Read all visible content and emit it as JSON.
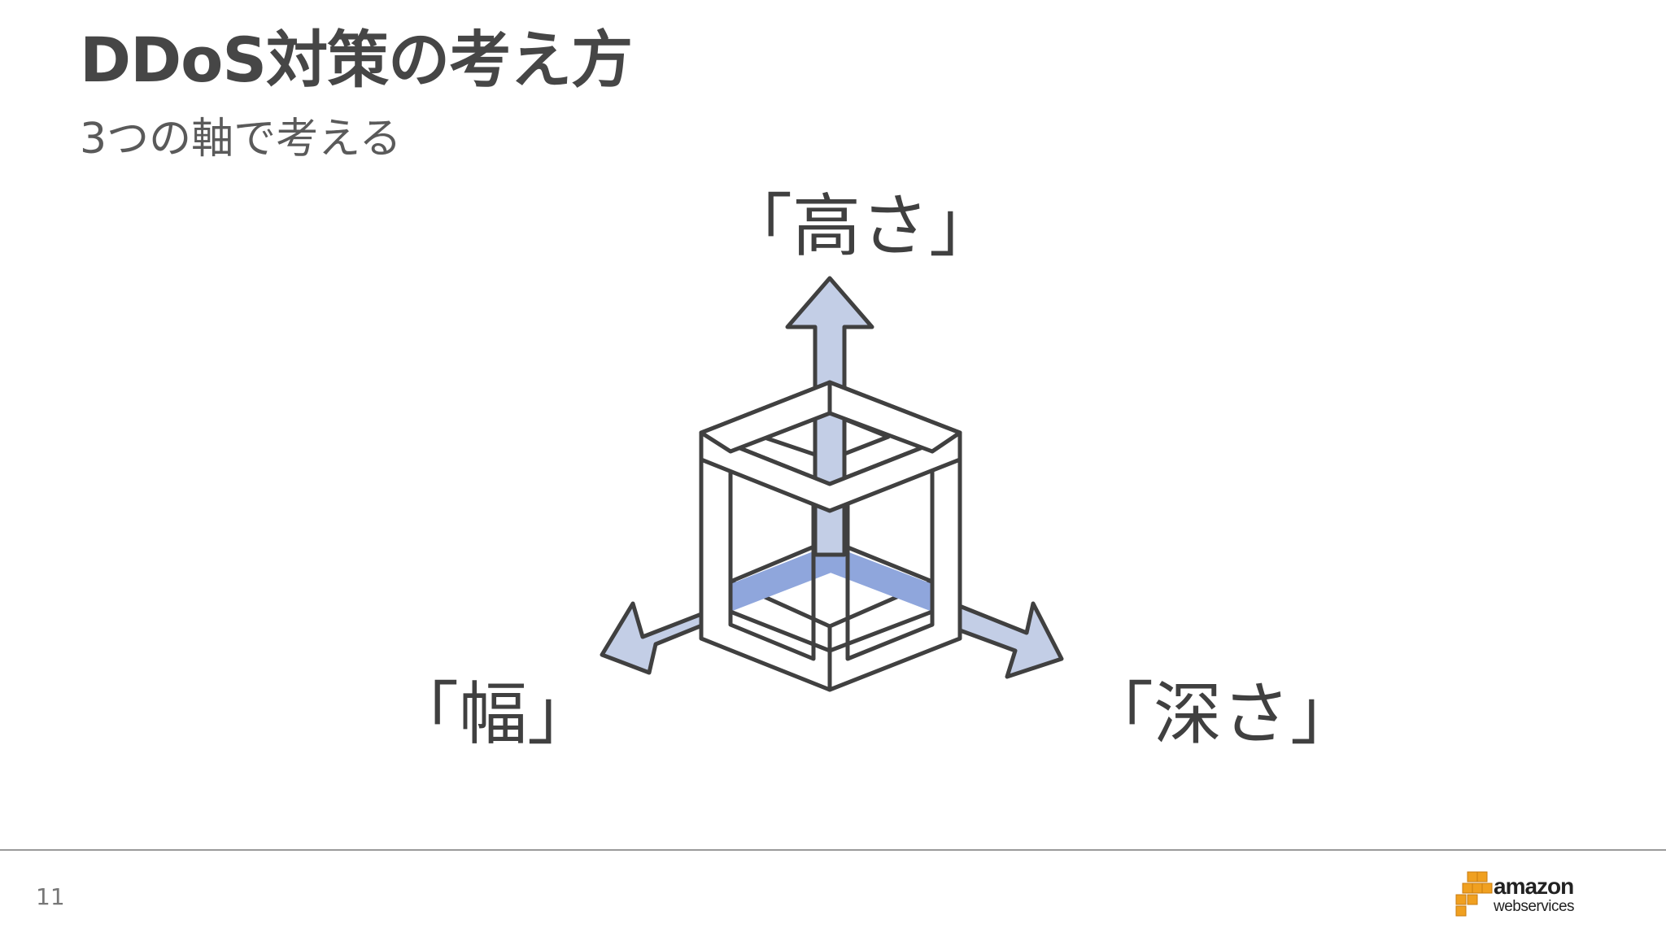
{
  "slide": {
    "title": "DDoS対策の考え方",
    "subtitle": "3つの軸で考える",
    "page_number": "11"
  },
  "diagram": {
    "axis_height": "「高さ」",
    "axis_width": "「幅」",
    "axis_depth": "「深さ」",
    "colors": {
      "arrow_fill": "#c3cee6",
      "floor_fill": "#8fa6dc",
      "outline": "#404040"
    }
  },
  "footer": {
    "logo": {
      "line1": "amazon",
      "line2": "webservices"
    }
  }
}
